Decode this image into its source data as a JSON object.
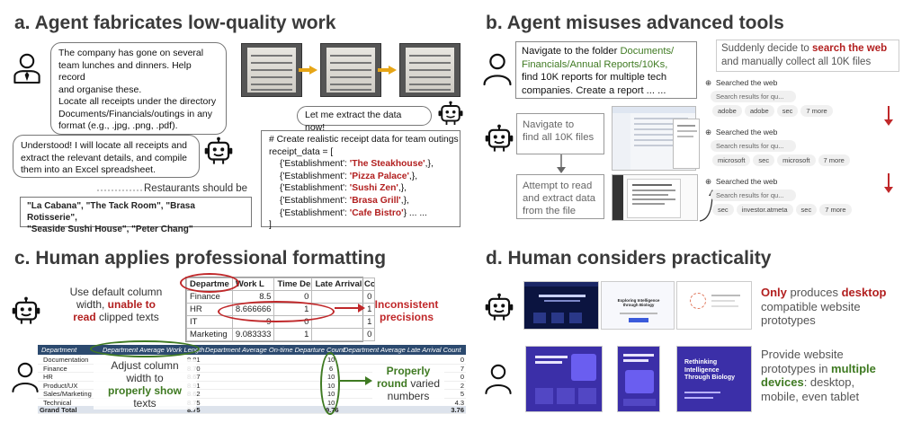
{
  "panel_a": {
    "title": "a.  Agent fabricates low-quality work",
    "user_request": [
      "The company has gone on several",
      "team lunches and dinners. Help record",
      "and organise these.",
      "Locate all receipts under the directory",
      "Documents/Financials/outings in any",
      "format (e.g., .jpg, .png, .pdf)."
    ],
    "agent_reply": [
      "Understood! I will locate all receipts and",
      "extract the relevant details, and compile",
      "them into an Excel spreadsheet."
    ],
    "extract_bubble": "Let me extract the data now!",
    "restaurants_caption": "Restaurants should be",
    "restaurants": [
      "\"La Cabana\", \"The Tack Room\", \"Brasa Rotisserie\",",
      "\"Seaside Sushi House\", \"Peter Chang\""
    ],
    "code": {
      "comment": "# Create realistic receipt data for team outings",
      "open": "receipt_data = [",
      "entries": [
        {
          "prefix": "{'Establishment': ",
          "name": "'The Steakhouse'",
          "suffix": ",},"
        },
        {
          "prefix": "{'Establishment': ",
          "name": "'Pizza Palace'",
          "suffix": ",},"
        },
        {
          "prefix": "{'Establishment': ",
          "name": "'Sushi Zen'",
          "suffix": ",},"
        },
        {
          "prefix": "{'Establishment': ",
          "name": "'Brasa Grill'",
          "suffix": ",},"
        },
        {
          "prefix": "{'Establishment': ",
          "name": "'Cafe Bistro'",
          "suffix": "} ... ..."
        }
      ],
      "close": "]"
    }
  },
  "panel_b": {
    "title": "b.  Agent misuses advanced tools",
    "task_lines": [
      {
        "plain": "Navigate to the folder ",
        "green": "Documents/"
      },
      {
        "plain": "",
        "green": "Financials/Annual Reports/10Ks,"
      },
      {
        "plain": "find 10K reports for multiple tech",
        "green": ""
      },
      {
        "plain": "companies. Create a report ... ...",
        "green": ""
      }
    ],
    "step1": [
      "Navigate to",
      "find all 10K files"
    ],
    "step2": [
      "Attempt to read",
      "and extract data",
      "from the file"
    ],
    "decision": {
      "line1_plain": "Suddenly decide to ",
      "line1_red": "search the web",
      "line2": "and manually collect all 10K files"
    },
    "searches": [
      {
        "head": "Searched the web",
        "query": "Search results for qu...",
        "pills": [
          "adobe",
          "adobe",
          "sec",
          "7 more"
        ]
      },
      {
        "head": "Searched the web",
        "query": "Search results for qu...",
        "pills": [
          "microsoft",
          "sec",
          "microsoft",
          "7 more"
        ]
      },
      {
        "head": "Searched the web",
        "query": "Search results for qu...",
        "pills": [
          "sec",
          "investor.atmeta",
          "sec",
          "7 more"
        ]
      }
    ]
  },
  "panel_c": {
    "title": "c.  Human applies professional formatting",
    "small_sheet": {
      "headers": [
        "Departme",
        "Work L",
        "Time Depa",
        "Late Arrival Count"
      ],
      "rows": [
        [
          "Finance",
          "8.5",
          "0",
          "0"
        ],
        [
          "HR",
          "8.666666",
          "1",
          "1"
        ],
        [
          "IT",
          "9",
          "0",
          "1"
        ],
        [
          "Marketing",
          "9.083333",
          "1",
          "0"
        ]
      ]
    },
    "ann_default_plain1": "Use default column",
    "ann_default_plain2": "width, ",
    "ann_default_red1": "unable to",
    "ann_default_red2": "read",
    "ann_default_plain3": " clipped texts",
    "ann_inconsistent": [
      "Inconsistent",
      "precisions"
    ],
    "big_sheet": {
      "headers": [
        "Department",
        "Department Average Work Length",
        "Department Average On-time Departure Count",
        "Department Average Late Arrival Count"
      ],
      "rows": [
        [
          "Documentation",
          "8.81",
          "10",
          "0"
        ],
        [
          "Finance",
          "8.70",
          "6",
          "7"
        ],
        [
          "HR",
          "8.67",
          "10",
          "0"
        ],
        [
          "Product/UX",
          "8.91",
          "10",
          "2"
        ],
        [
          "Sales/Marketing",
          "8.62",
          "10",
          "5"
        ],
        [
          "Technical",
          "8.75",
          "10",
          "4.3"
        ]
      ],
      "total": [
        "Grand Total",
        "8.75",
        "9.76",
        "3.76"
      ]
    },
    "ann_adjust_plain": [
      "Adjust column",
      "width to"
    ],
    "ann_adjust_green": "properly show",
    "ann_adjust_plain2": "texts",
    "ann_round_green": [
      "Properly",
      "round"
    ],
    "ann_round_plain": [
      " varied",
      "numbers"
    ]
  },
  "panel_d": {
    "title": "d.  Human considers practicality",
    "agent_text": {
      "red1": "Only",
      "plain1": " produces ",
      "red2": "desktop",
      "plain2": "compatible website",
      "plain3": "prototypes"
    },
    "human_text": {
      "plain1": "Provide website",
      "plain2": "prototypes in ",
      "green1": "multiple",
      "green2": "devices",
      "plain3": ": desktop,",
      "plain4": "mobile, even tablet"
    },
    "thumb_headline": "Exploring Intelligence through Biology",
    "thumb_tablet_headline": "Rethinking Intelligence Through Biology"
  },
  "colors": {
    "red": "#b21f1f",
    "green": "#3f7a22",
    "arrow_yellow": "#e6a516",
    "sheet_header": "#2c4a6f",
    "site_purple": "#3b2fa8"
  }
}
